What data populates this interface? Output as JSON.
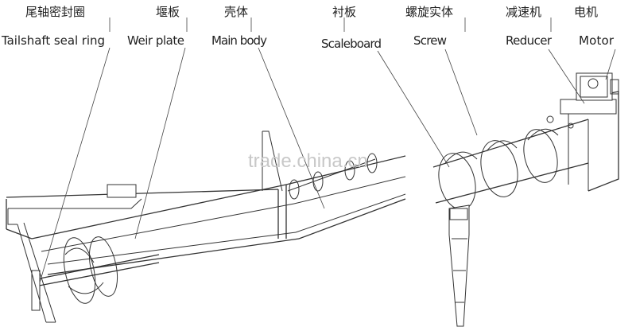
{
  "labels": {
    "tailshaft_seal_ring": {
      "cn": "尾轴密封圈",
      "en": "Tailshaft seal ring"
    },
    "weir_plate": {
      "cn": "堰板",
      "en": "Weir plate"
    },
    "main_body": {
      "cn": "壳体",
      "en": "Main body"
    },
    "scaleboard": {
      "cn": "衬板",
      "en": "Scaleboard"
    },
    "screw": {
      "cn": "螺旋实体",
      "en": "Screw"
    },
    "reducer": {
      "cn": "减速机",
      "en": "Reducer"
    },
    "motor": {
      "cn": "电机",
      "en": "Motor"
    }
  },
  "watermark": "trade.china.cn"
}
